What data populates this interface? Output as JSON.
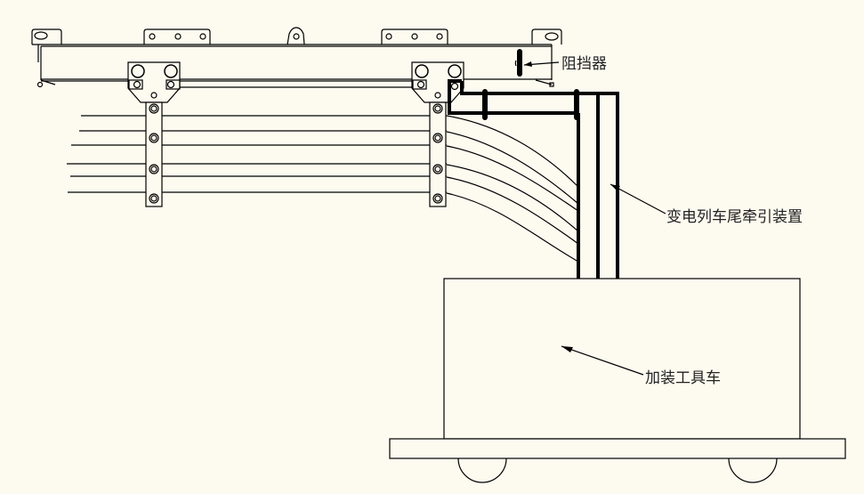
{
  "diagram": {
    "type": "engineering-schematic",
    "background_color": "#fdfbf0",
    "line_color": "#000000",
    "labels": {
      "stopper": "阻挡器",
      "towing_device": "变电列车尾牵引装置",
      "tool_cart": "加装工具车"
    },
    "components": [
      {
        "id": "rail-beam",
        "name": "overhead rail beam"
      },
      {
        "id": "stopper",
        "name": "阻挡器"
      },
      {
        "id": "trolley-left",
        "name": "cable trolley (left)"
      },
      {
        "id": "trolley-right",
        "name": "cable trolley (right)"
      },
      {
        "id": "cable-bundle",
        "name": "cables (6)"
      },
      {
        "id": "towing-device",
        "name": "变电列车尾牵引装置"
      },
      {
        "id": "tool-cart",
        "name": "加装工具车"
      }
    ],
    "cable_count": 6
  }
}
